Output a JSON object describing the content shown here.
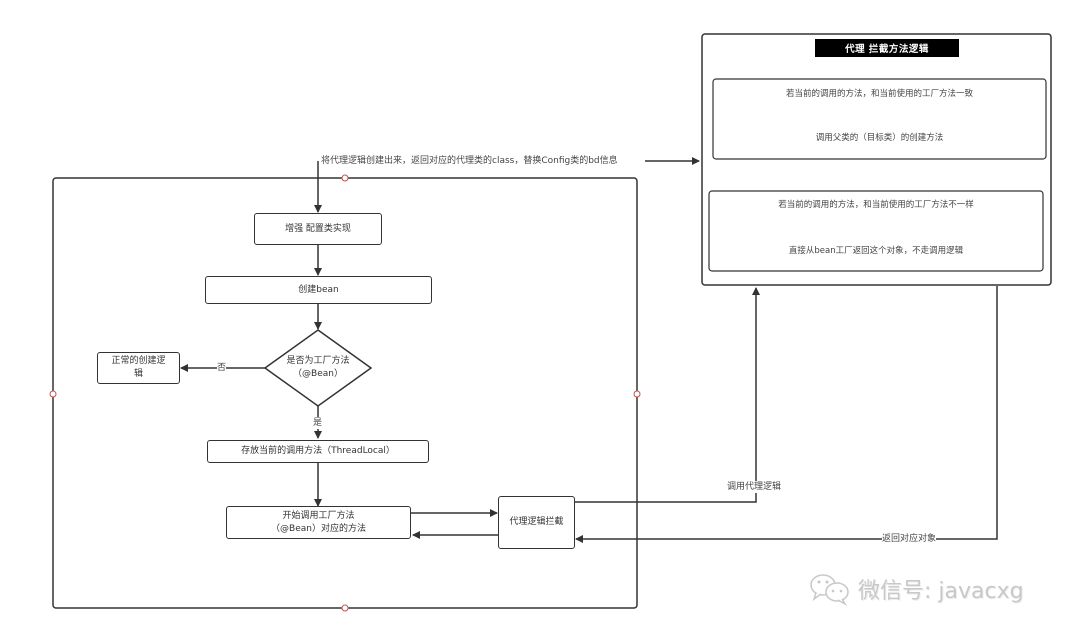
{
  "colors": {
    "line": "#333333",
    "background": "#ffffff",
    "handle": "#c0504d",
    "title_bg": "#000000",
    "title_fg": "#ffffff",
    "watermark": "#c8c8c8"
  },
  "flow": {
    "enhance": "增强 配置类实现",
    "create_bean": "创建bean",
    "decision": [
      "是否为工厂方法",
      "（@Bean）"
    ],
    "normal_create": [
      "正常的创建逻",
      "辑"
    ],
    "store_method": "存放当前的调用方法（ThreadLocal）",
    "invoke_factory": [
      "开始调用工厂方法",
      "（@Bean）对应的方法"
    ],
    "proxy_intercept": "代理逻辑拦截",
    "no_label": "否",
    "yes_label": "是"
  },
  "edges": {
    "create_proxy_class": "将代理逻辑创建出来，返回对应的代理类的class，替换Config类的bd信息",
    "call_proxy": "调用代理逻辑",
    "return_object": "返回对应对象"
  },
  "proxy_panel": {
    "title": "代理  拦截方法逻辑",
    "case_same": {
      "condition": "若当前的调用的方法，和当前使用的工厂方法一致",
      "action": "调用父类的（目标类）的创建方法"
    },
    "case_different": {
      "condition": "若当前的调用的方法，和当前使用的工厂方法不一样",
      "action": "直接从bean工厂返回这个对象，不走调用逻辑"
    }
  },
  "watermark": {
    "icon": "wechat-icon",
    "text": "微信号: javacxg"
  }
}
